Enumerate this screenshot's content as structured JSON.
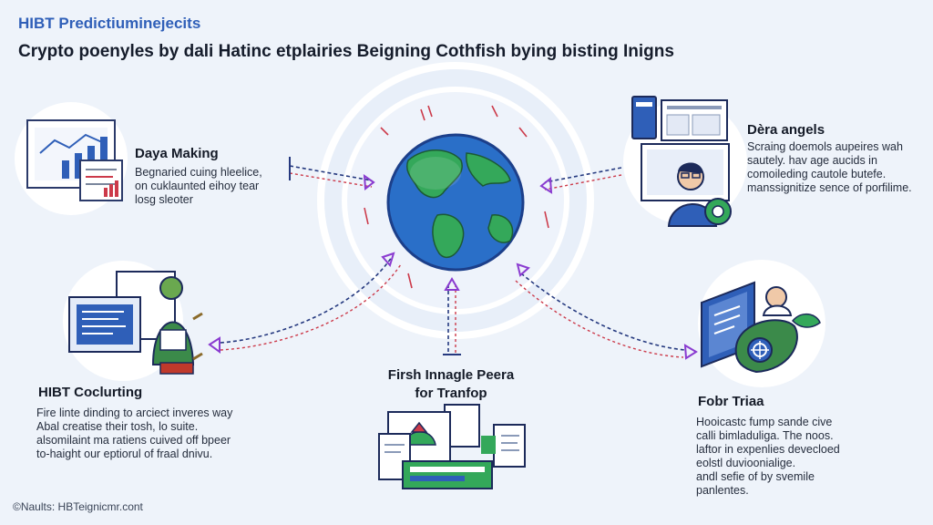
{
  "header": {
    "brand": "HIBT Predictiuminejecits",
    "title": "Crypto poenyles by dali Hatinc etplairies Beigning Cothfish bying bisting Inigns"
  },
  "hub": {
    "icon": "globe-icon"
  },
  "nodes": {
    "top_left": {
      "title": "Daya Making",
      "desc": "Begnaried cuing hleelice,\non cuklaunted eihoy tear\nlosg sleoter",
      "icon": "data-chart-icon"
    },
    "top_right": {
      "title": "Dèra angels",
      "desc": "Scraing doemols aupeires wah\nsautely. hav age aucids in\ncomoileding cautole butefe.\nmanssignitize sence of porfilime.",
      "icon": "analyst-laptop-icon"
    },
    "mid_left": {
      "title": "HIBT Coclurting",
      "desc": "Fire linte dinding to arciect inveres way\nAbal creatise their tosh, lo suite.\nalsomilaint ma ratiens cuived off bpeer\nto-haight our eptiorul of fraal dnivu.",
      "icon": "coder-screen-icon"
    },
    "bottom_center": {
      "title": "Firsh Innagle Peera\nfor Tranfop",
      "icon": "documents-icon"
    },
    "bottom_right": {
      "title": "Fobr Triaa",
      "desc": "Hooicastc fump sande cive\ncalli bimladuliga. The noos.\nlaftor in expenlies devecloed\neolstl duvioonialige.\nandl sefie of by svemile\npanlentes.",
      "icon": "security-shield-icon"
    }
  },
  "footer": "©Naults: HBTeignicmr.cont",
  "colors": {
    "arrow_blue": "#25397f",
    "arrow_red": "#cc3a4a",
    "arrowhead": "#8a3bd0",
    "globe_ocean": "#2a6fc8",
    "globe_land": "#34a85a"
  }
}
